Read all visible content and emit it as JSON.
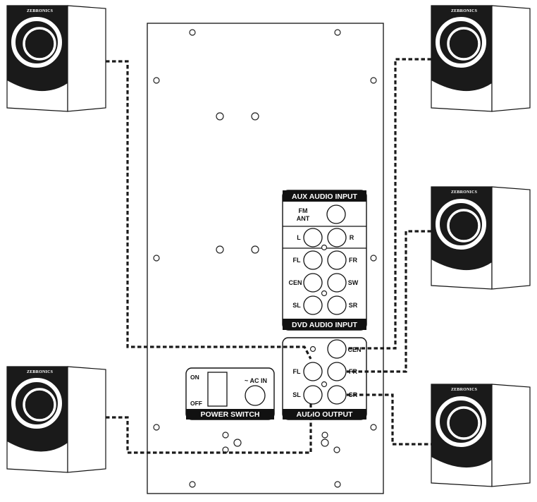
{
  "brand": "ZEBRONICS",
  "panel": {
    "aux_audio_input": "AUX AUDIO INPUT",
    "fm_ant": [
      "FM",
      "ANT"
    ],
    "aux_left": "L",
    "aux_right": "R",
    "dvd_labels": [
      "FL",
      "FR",
      "CEN",
      "SW",
      "SL",
      "SR"
    ],
    "dvd_audio_input": "DVD AUDIO INPUT",
    "audio_output": "AUDIO OUTPUT",
    "output_labels": [
      "CEN",
      "FL",
      "FR",
      "SL",
      "SR"
    ]
  },
  "power": {
    "on": "ON",
    "off": "OFF",
    "ac_in": "~ AC IN",
    "title": "POWER SWITCH"
  },
  "colors": {
    "ink": "#111111",
    "panel_bg": "#ffffff",
    "speaker_face": "#1a1a1a"
  }
}
